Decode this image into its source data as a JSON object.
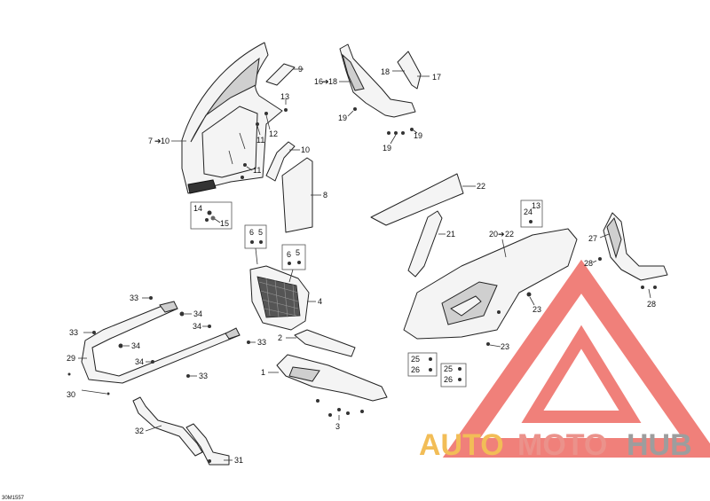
{
  "diagram_id": "30M1557",
  "watermark": {
    "auto": "AUTO",
    "moto": "MOTO",
    "hub": "HUB",
    "colors": {
      "auto": "#f0b23a",
      "moto": "#e87f77",
      "hub": "#8d8d8d",
      "triangle": "#ee6a63"
    }
  },
  "callouts": {
    "c1": "1",
    "c2": "2",
    "c3": "3",
    "c4": "4",
    "c5a": "5",
    "c5b": "5",
    "c6a": "6",
    "c6b": "6",
    "c7": "7",
    "c8": "8",
    "c9": "9",
    "c10a": "10",
    "c10b": "10",
    "c11a": "11",
    "c11b": "11",
    "c12": "12",
    "c13a": "13",
    "c13b": "13",
    "c14": "14",
    "c15": "15",
    "c16": "16",
    "c17": "17",
    "c18a": "18",
    "c18b": "18",
    "c19a": "19",
    "c19b": "19",
    "c19c": "19",
    "c20": "20",
    "c21": "21",
    "c22a": "22",
    "c22b": "22",
    "c23a": "23",
    "c23b": "23",
    "c24": "24",
    "c25a": "25",
    "c25b": "25",
    "c26a": "26",
    "c26b": "26",
    "c27": "27",
    "c28a": "28",
    "c28b": "28",
    "c29": "29",
    "c30": "30",
    "c31": "31",
    "c32": "32",
    "c33a": "33",
    "c33b": "33",
    "c33c": "33",
    "c33d": "33",
    "c34a": "34",
    "c34b": "34",
    "c34c": "34",
    "c34d": "34"
  }
}
